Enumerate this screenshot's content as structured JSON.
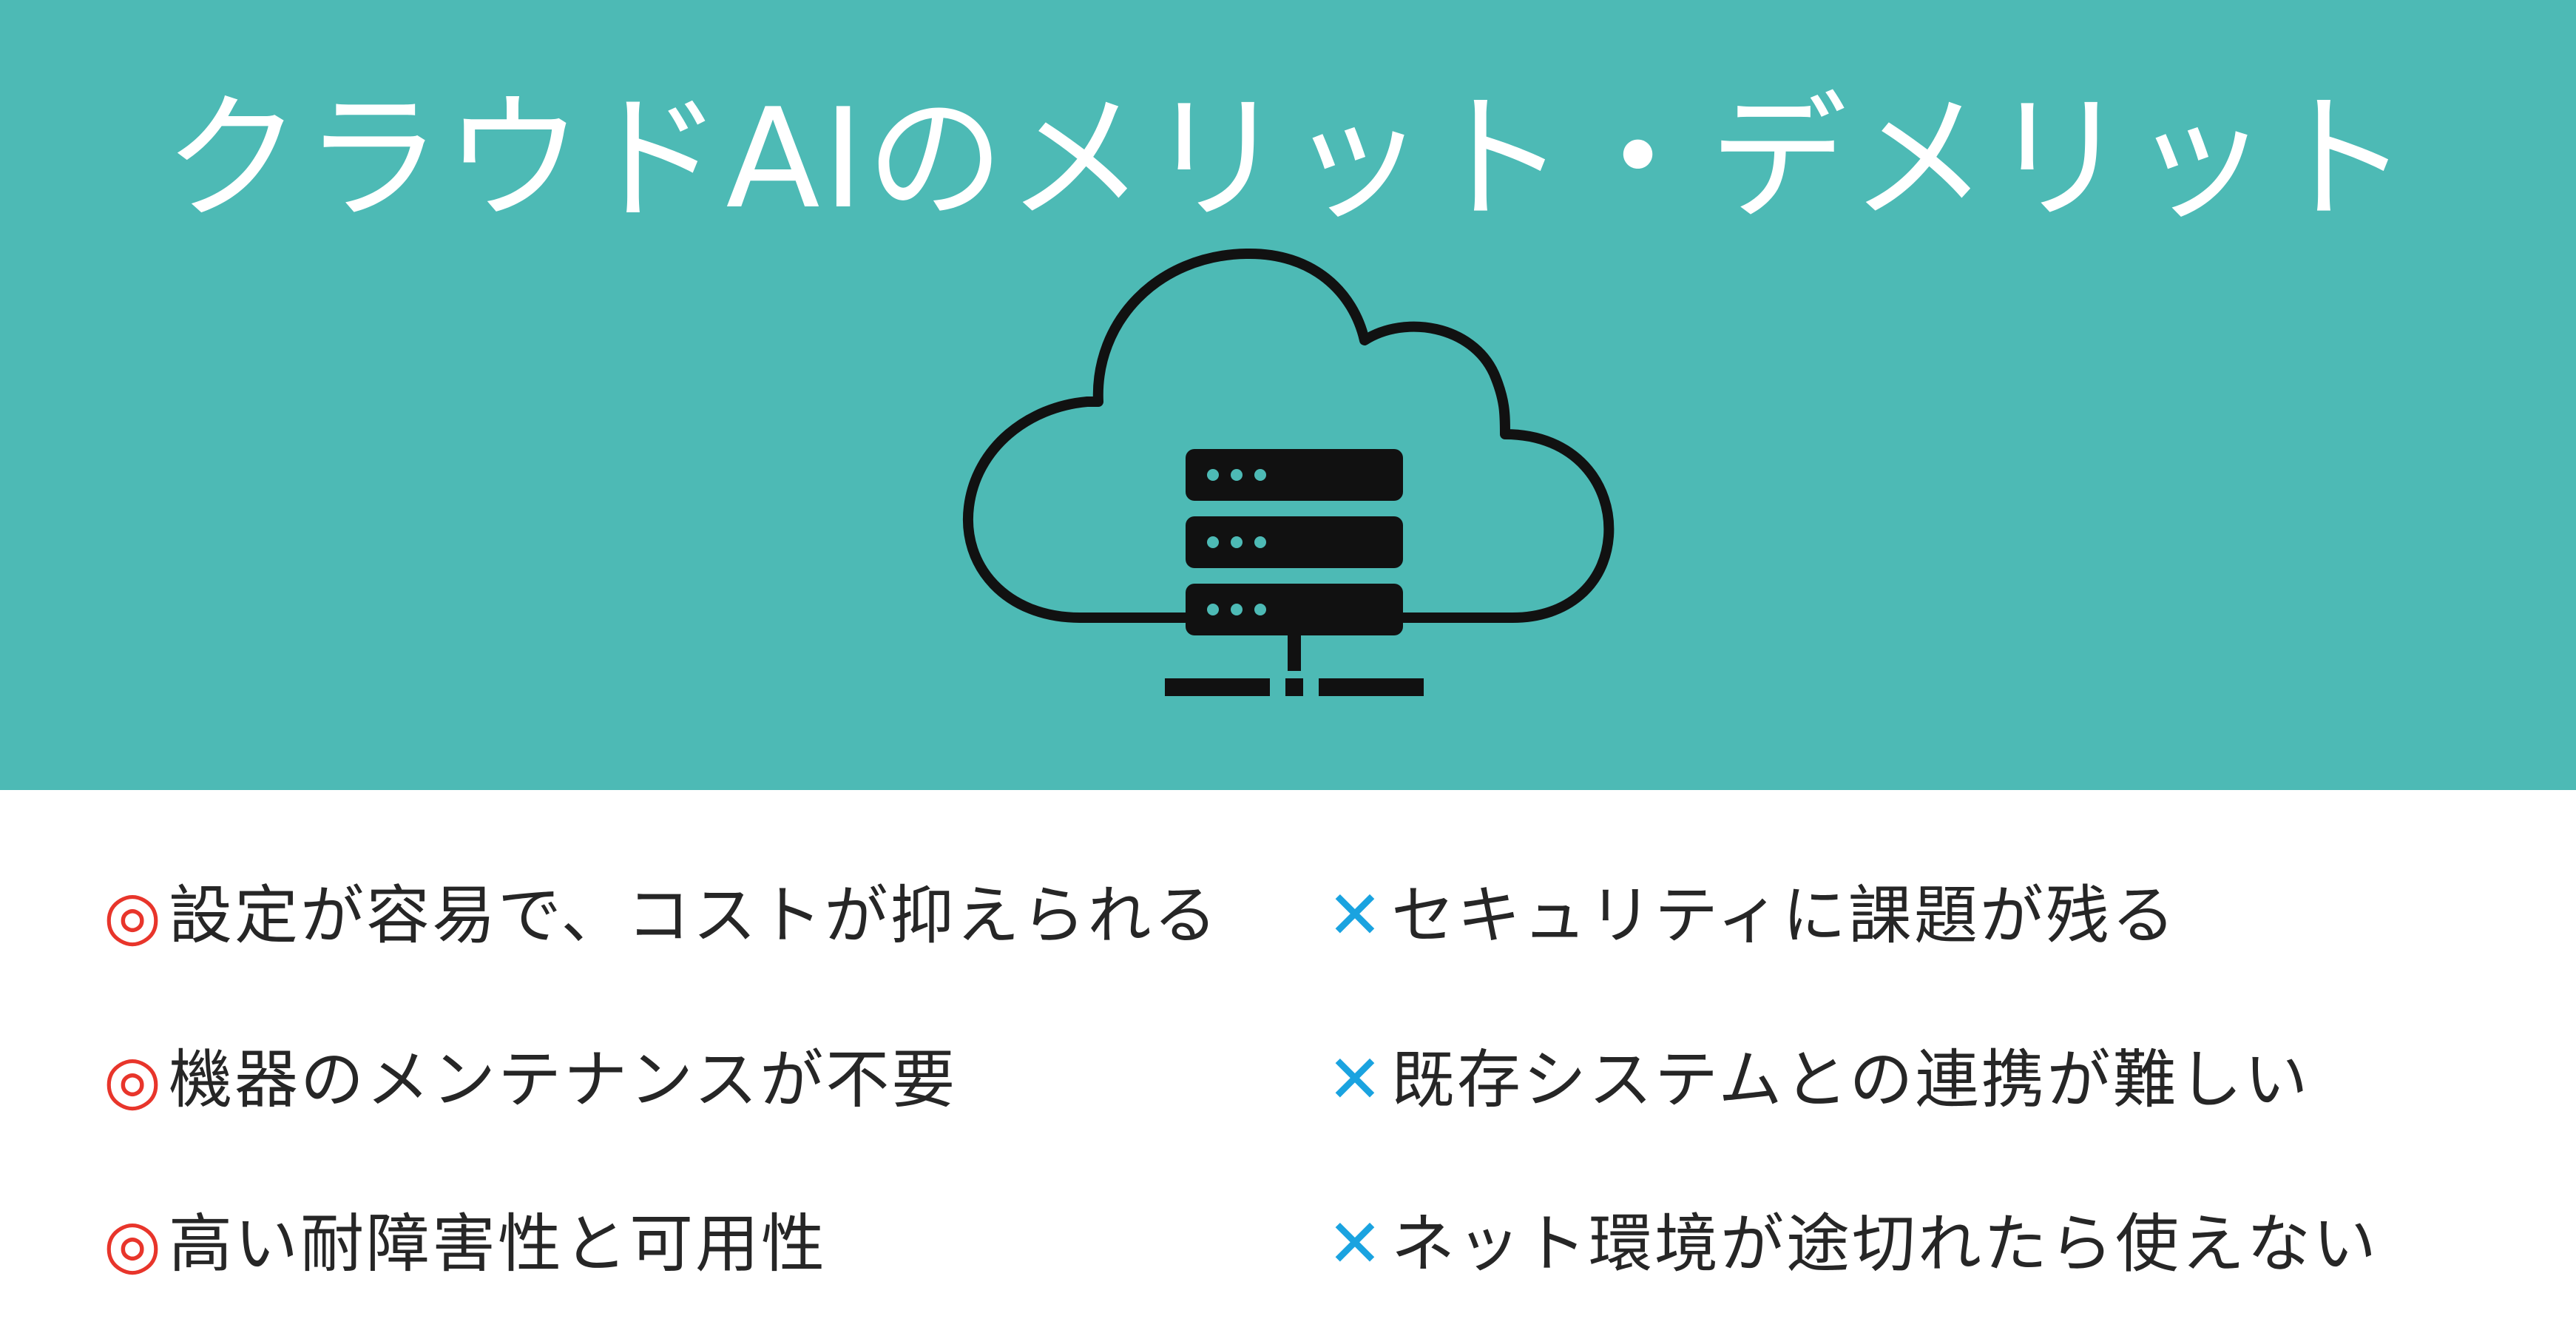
{
  "header": {
    "title": "クラウドAIのメリット・デメリット",
    "background_color": "#4dbab5",
    "icon": "cloud-server-icon"
  },
  "merits": {
    "marker": "◎",
    "marker_color": "#e8352b",
    "items": [
      "設定が容易で、コストが抑えられる",
      "機器のメンテナンスが不要",
      "高い耐障害性と可用性"
    ]
  },
  "demerits": {
    "marker": "✕",
    "marker_color": "#1aa3e0",
    "items": [
      "セキュリティに課題が残る",
      "既存システムとの連携が難しい",
      "ネット環境が途切れたら使えない"
    ]
  }
}
